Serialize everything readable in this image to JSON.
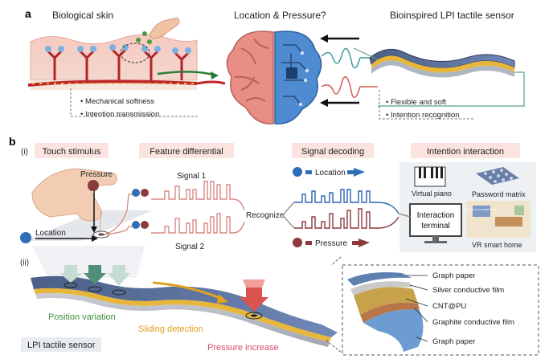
{
  "panel_a": {
    "label": "a",
    "skin_title": "Biological skin",
    "brain_title": "Location & Pressure?",
    "sensor_title": "Bioinspired LPI tactile sensor",
    "skin_notes": [
      "Mechanical softness",
      "Intention transmission"
    ],
    "sensor_notes": [
      "Flexible and soft",
      "Intention recognition"
    ]
  },
  "panel_b": {
    "label": "b",
    "sub_i": "(i)",
    "sub_ii": "(ii)",
    "stages": [
      "Touch stimulus",
      "Feature differential",
      "Signal decoding",
      "Intention interaction"
    ],
    "pressure_label": "Pressure",
    "location_label": "Location",
    "signal1": "Signal 1",
    "signal2": "Signal 2",
    "recognize": "Recognize",
    "decode_location": "Location",
    "decode_pressure": "Pressure",
    "terminal_line1": "Interaction",
    "terminal_line2": "terminal",
    "apps": [
      "Virtual piano",
      "Password matrix",
      "VR smart home"
    ],
    "smart_home_screen": "Welcome to smart home",
    "position_variation": "Position variation",
    "sliding_detection": "Sliding detection",
    "pressure_increase": "Pressure increase",
    "sensor_name": "LPI tactile sensor",
    "layers": [
      "Graph paper",
      "Silver conductive film",
      "CNT@PU",
      "Graphite conductive film",
      "Graph paper"
    ]
  },
  "colors": {
    "stage_box": "#fbe3df",
    "signal_red": "#d88a84",
    "location_blue": "#2f6fb5",
    "pressure_red": "#8c3a3c",
    "green": "#3f8f3f",
    "orange": "#e0a020",
    "pink": "#d94b6a"
  }
}
